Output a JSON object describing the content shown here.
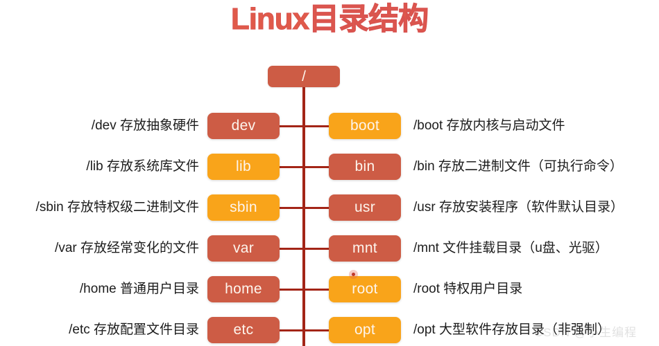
{
  "page": {
    "title": "Linux目录结构",
    "background_color": "#ffffff",
    "title_color": "#e05a4a",
    "watermark": "CSDN @小生编程"
  },
  "palette": {
    "red": "#cd5c45",
    "orange": "#f9a41a",
    "line": "#a32517",
    "node_text": "#fdf4ec",
    "label_text": "#1c1c1c"
  },
  "tree": {
    "root": {
      "label": "/",
      "color": "red"
    },
    "rows": [
      {
        "left_node": "dev",
        "left_color": "red",
        "left_label": "/dev 存放抽象硬件",
        "right_node": "boot",
        "right_color": "orange",
        "right_label": "/boot 存放内核与启动文件"
      },
      {
        "left_node": "lib",
        "left_color": "orange",
        "left_label": "/lib 存放系统库文件",
        "right_node": "bin",
        "right_color": "red",
        "right_label": "/bin 存放二进制文件（可执行命令）"
      },
      {
        "left_node": "sbin",
        "left_color": "orange",
        "left_label": "/sbin 存放特权级二进制文件",
        "right_node": "usr",
        "right_color": "red",
        "right_label": "/usr 存放安装程序（软件默认目录）"
      },
      {
        "left_node": "var",
        "left_color": "red",
        "left_label": "/var 存放经常变化的文件",
        "right_node": "mnt",
        "right_color": "red",
        "right_label": "/mnt 文件挂载目录（u盘、光驱）"
      },
      {
        "left_node": "home",
        "left_color": "red",
        "left_label": "/home 普通用户目录",
        "right_node": "root",
        "right_color": "orange",
        "right_label": "/root 特权用户目录"
      },
      {
        "left_node": "etc",
        "left_color": "red",
        "left_label": "/etc 存放配置文件目录",
        "right_node": "opt",
        "right_color": "orange",
        "right_label": "/opt 大型软件存放目录（非强制）"
      }
    ]
  },
  "cursor": {
    "marker": "click-marker",
    "target_node": "root"
  }
}
